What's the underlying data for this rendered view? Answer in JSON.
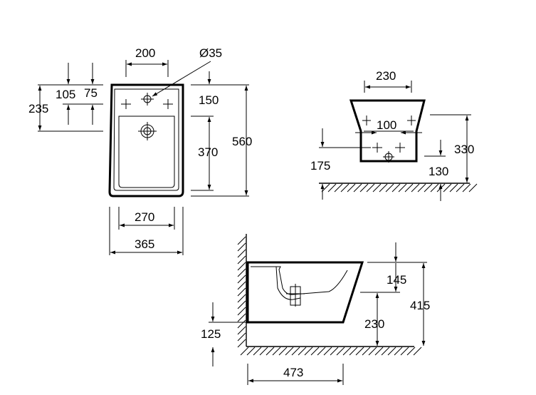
{
  "labels": {
    "top_width_200": "200",
    "hole_diameter": "Ø35",
    "top_105": "105",
    "top_75": "75",
    "top_235": "235",
    "top_150": "150",
    "top_370": "370",
    "top_560": "560",
    "top_270": "270",
    "top_365": "365",
    "front_230": "230",
    "front_100": "100",
    "front_330": "330",
    "front_175": "175",
    "front_130": "130",
    "side_145": "145",
    "side_415": "415",
    "side_230": "230",
    "side_125": "125",
    "side_473": "473"
  },
  "colors": {
    "line": "#000000",
    "background": "#ffffff"
  }
}
